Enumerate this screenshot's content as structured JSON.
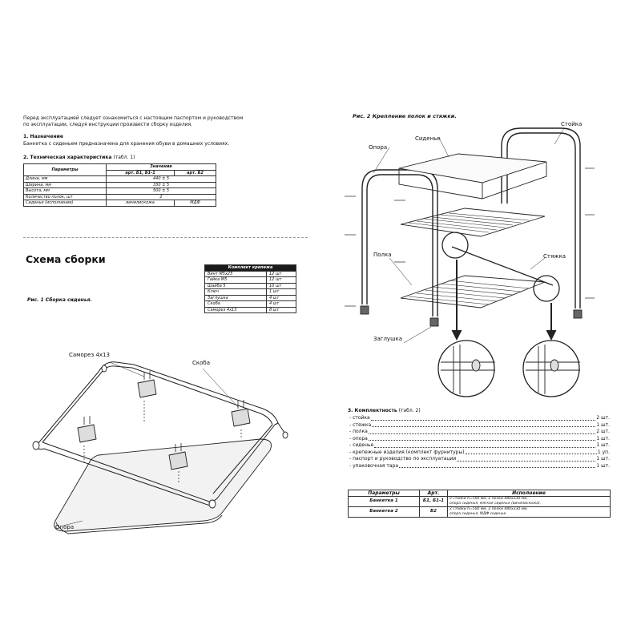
{
  "intro": {
    "line1": "Перед эксплуатацией следует ознакомиться с настоящим паспортом и руководством",
    "line2": "по эксплуатации, следуя инструкции произвести сборку изделия."
  },
  "purpose": {
    "heading": "1. Назначение",
    "text": "Банкетка с сиденьем предназначена для хранения обуви в домашних условиях."
  },
  "specs": {
    "heading": "2. Техническая характеристика",
    "note": "(табл. 1)",
    "col_params": "Параметры",
    "col_value": "Значение",
    "col_a": "арт. Б1, Б1-1",
    "col_b": "арт. Б2",
    "rows": [
      {
        "name": "Длина, мм",
        "value": "440 ± 5"
      },
      {
        "name": "Ширина, мм",
        "value": "330 ± 5"
      },
      {
        "name": "Высота, мм",
        "value": "500 ± 5"
      },
      {
        "name": "Количество полок, шт",
        "value": "2"
      },
      {
        "name": "Сиденье (исполнение)",
        "a": "винилискожа",
        "b": "МДФ"
      }
    ]
  },
  "assembly": {
    "title": "Схема сборки",
    "fig1": "Рис. 1 Сборка сиденья.",
    "labels": {
      "screw": "Саморез 4х13",
      "bracket": "Скоба",
      "support": "Опора"
    }
  },
  "kit": {
    "title": "Комплект крепежа",
    "rows": [
      {
        "name": "Винт М5х25",
        "qty": "12 шт"
      },
      {
        "name": "Гайка М5",
        "qty": "12 шт"
      },
      {
        "name": "Шайба 5",
        "qty": "10 шт"
      },
      {
        "name": "Ключ",
        "qty": "1 шт"
      },
      {
        "name": "Заглушка",
        "qty": "4 шт"
      },
      {
        "name": "Скоба",
        "qty": "4 шт"
      },
      {
        "name": "Саморез 4х13",
        "qty": "8 шт"
      }
    ]
  },
  "fig2": {
    "title": "Рис. 2 Крепление полок и стяжки.",
    "labels": {
      "stand": "Стойка",
      "seat": "Сиденье",
      "support": "Опора",
      "shelf": "Полка",
      "tie": "Стяжка",
      "cap": "Заглушка"
    }
  },
  "completeness": {
    "heading": "3. Комплектность",
    "note": "(табл. 2)",
    "items": [
      {
        "name": "- стойка",
        "qty": "2 шт."
      },
      {
        "name": "- стяжка",
        "qty": "1 шт."
      },
      {
        "name": "- полка",
        "qty": "2 шт."
      },
      {
        "name": "- опора",
        "qty": "1 шт."
      },
      {
        "name": "- сиденье",
        "qty": "1 шт."
      },
      {
        "name": "- крепежные изделия  (комплект фурнитуры)",
        "qty": "1 уп."
      },
      {
        "name": "- паспорт и руководство по эксплуатации",
        "qty": "1 шт."
      },
      {
        "name": "- упаковочная тара",
        "qty": "1 шт."
      }
    ]
  },
  "table2": {
    "col_params": "Параметры",
    "col_art": "Арт.",
    "col_exec": "Исполнение",
    "rows": [
      {
        "name": "Банкетка 1",
        "art": "Б1, Б1-1",
        "exec1": "2 стойки h=500 мм, 2 полки 440х330 мм,",
        "exec2": "опора сиденья, мягкое сиденье (винилискожа)."
      },
      {
        "name": "Банкетка 2",
        "art": "Б2",
        "exec1": "2 стойки h=500 мм, 2 полки 440х330 мм,",
        "exec2": "опора сиденья, МДФ сиденье."
      }
    ]
  }
}
